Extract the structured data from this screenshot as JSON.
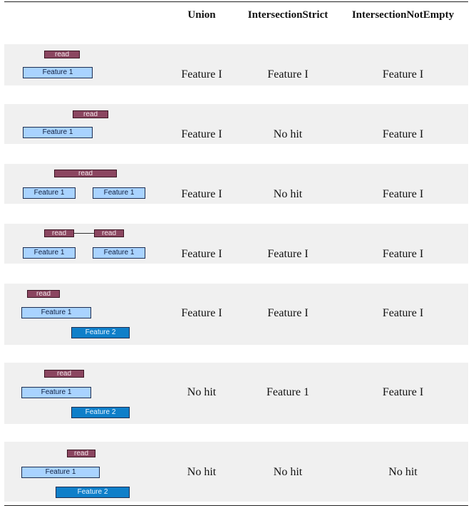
{
  "columns": [
    "",
    "Union",
    "IntersectionStrict",
    "IntersectionNotEmpty"
  ],
  "labels": {
    "read": "read",
    "feature1": "Feature 1",
    "feature2": "Feature 2"
  },
  "rows": [
    {
      "union": "Feature I",
      "strict": "Feature I",
      "notempty": "Feature I"
    },
    {
      "union": "Feature I",
      "strict": "No hit",
      "notempty": "Feature I"
    },
    {
      "union": "Feature I",
      "strict": "No hit",
      "notempty": "Feature I"
    },
    {
      "union": "Feature I",
      "strict": "Feature I",
      "notempty": "Feature I"
    },
    {
      "union": "Feature I",
      "strict": "Feature I",
      "notempty": "Feature I"
    },
    {
      "union": "No hit",
      "strict": "Feature 1",
      "notempty": "Feature I"
    },
    {
      "union": "No hit",
      "strict": "No hit",
      "notempty": "No hit"
    }
  ],
  "colors": {
    "read": "#8b4660",
    "feature1": "#a9d3ff",
    "feature2": "#0f7fc9",
    "band": "#f0f0f0"
  }
}
